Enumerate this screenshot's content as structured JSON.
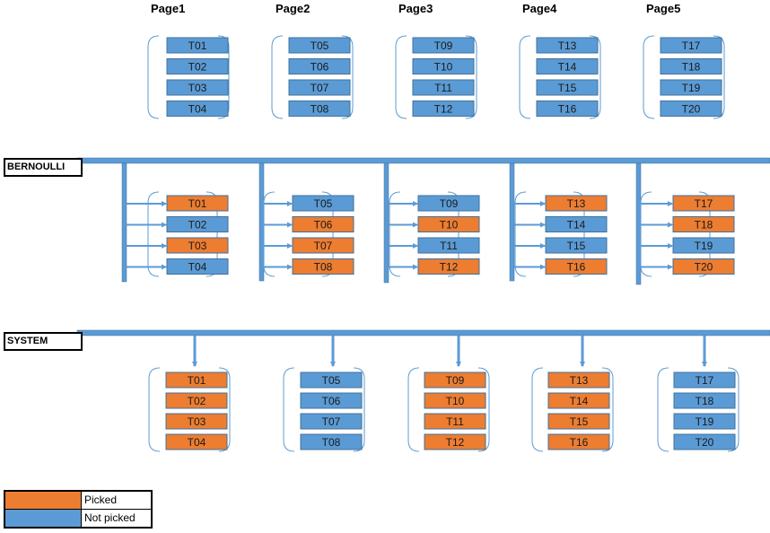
{
  "pages": [
    {
      "title": "Page1",
      "tables": [
        "T01",
        "T02",
        "T03",
        "T04"
      ]
    },
    {
      "title": "Page2",
      "tables": [
        "T05",
        "T06",
        "T07",
        "T08"
      ]
    },
    {
      "title": "Page3",
      "tables": [
        "T09",
        "T10",
        "T11",
        "T12"
      ]
    },
    {
      "title": "Page4",
      "tables": [
        "T13",
        "T14",
        "T15",
        "T16"
      ]
    },
    {
      "title": "Page5",
      "tables": [
        "T17",
        "T18",
        "T19",
        "T20"
      ]
    }
  ],
  "bernoulli": {
    "label": "BERNOULLI",
    "picked": [
      [
        true,
        false,
        true,
        false
      ],
      [
        false,
        true,
        true,
        true
      ],
      [
        false,
        true,
        false,
        true
      ],
      [
        true,
        false,
        false,
        true
      ],
      [
        true,
        true,
        false,
        true
      ]
    ]
  },
  "system": {
    "label": "SYSTEM",
    "picked": [
      [
        true,
        true,
        true,
        true
      ],
      [
        false,
        false,
        false,
        false
      ],
      [
        true,
        true,
        true,
        true
      ],
      [
        true,
        true,
        true,
        true
      ],
      [
        false,
        false,
        false,
        false
      ]
    ]
  },
  "colors": {
    "picked": "#ED7D31",
    "not_picked": "#5B9BD5",
    "bus": "#5B9BD5",
    "bus_border": "#41719C",
    "bracket": "#5B9BD5"
  },
  "legend": {
    "picked_label": "Picked",
    "not_picked_label": "Not picked"
  }
}
